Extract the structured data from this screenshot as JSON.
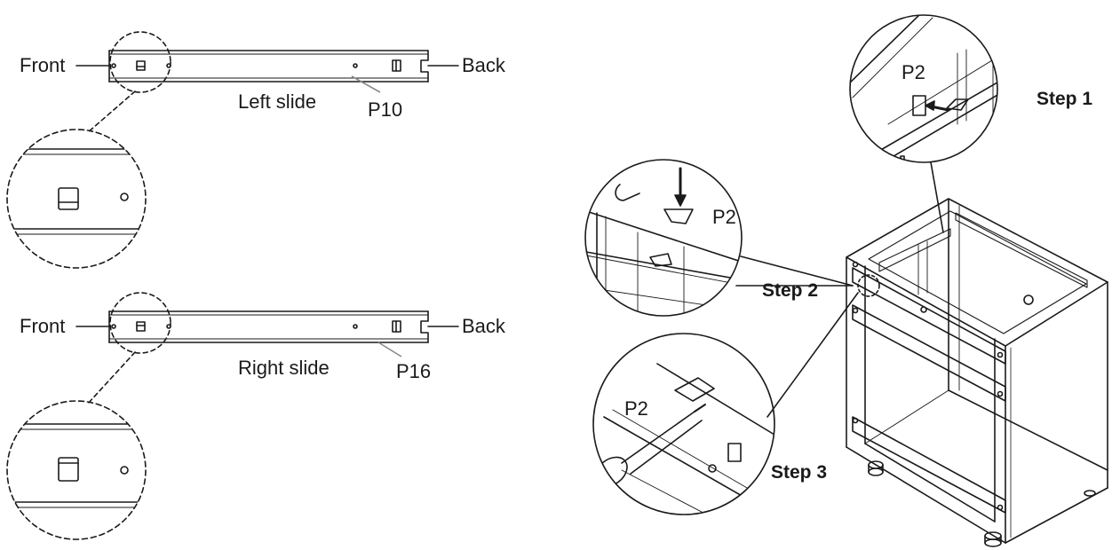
{
  "slides": {
    "left": {
      "front": "Front",
      "back": "Back",
      "name": "Left slide",
      "part": "P10"
    },
    "right": {
      "front": "Front",
      "back": "Back",
      "name": "Right slide",
      "part": "P16"
    }
  },
  "steps": {
    "step1": {
      "label": "Step 1",
      "part": "P2"
    },
    "step2": {
      "label": "Step 2",
      "part": "P2"
    },
    "step3": {
      "label": "Step 3",
      "part": "P2"
    }
  },
  "colors": {
    "ink": "#1a1a1a",
    "leader": "#8a8a8a",
    "background": "#ffffff"
  }
}
